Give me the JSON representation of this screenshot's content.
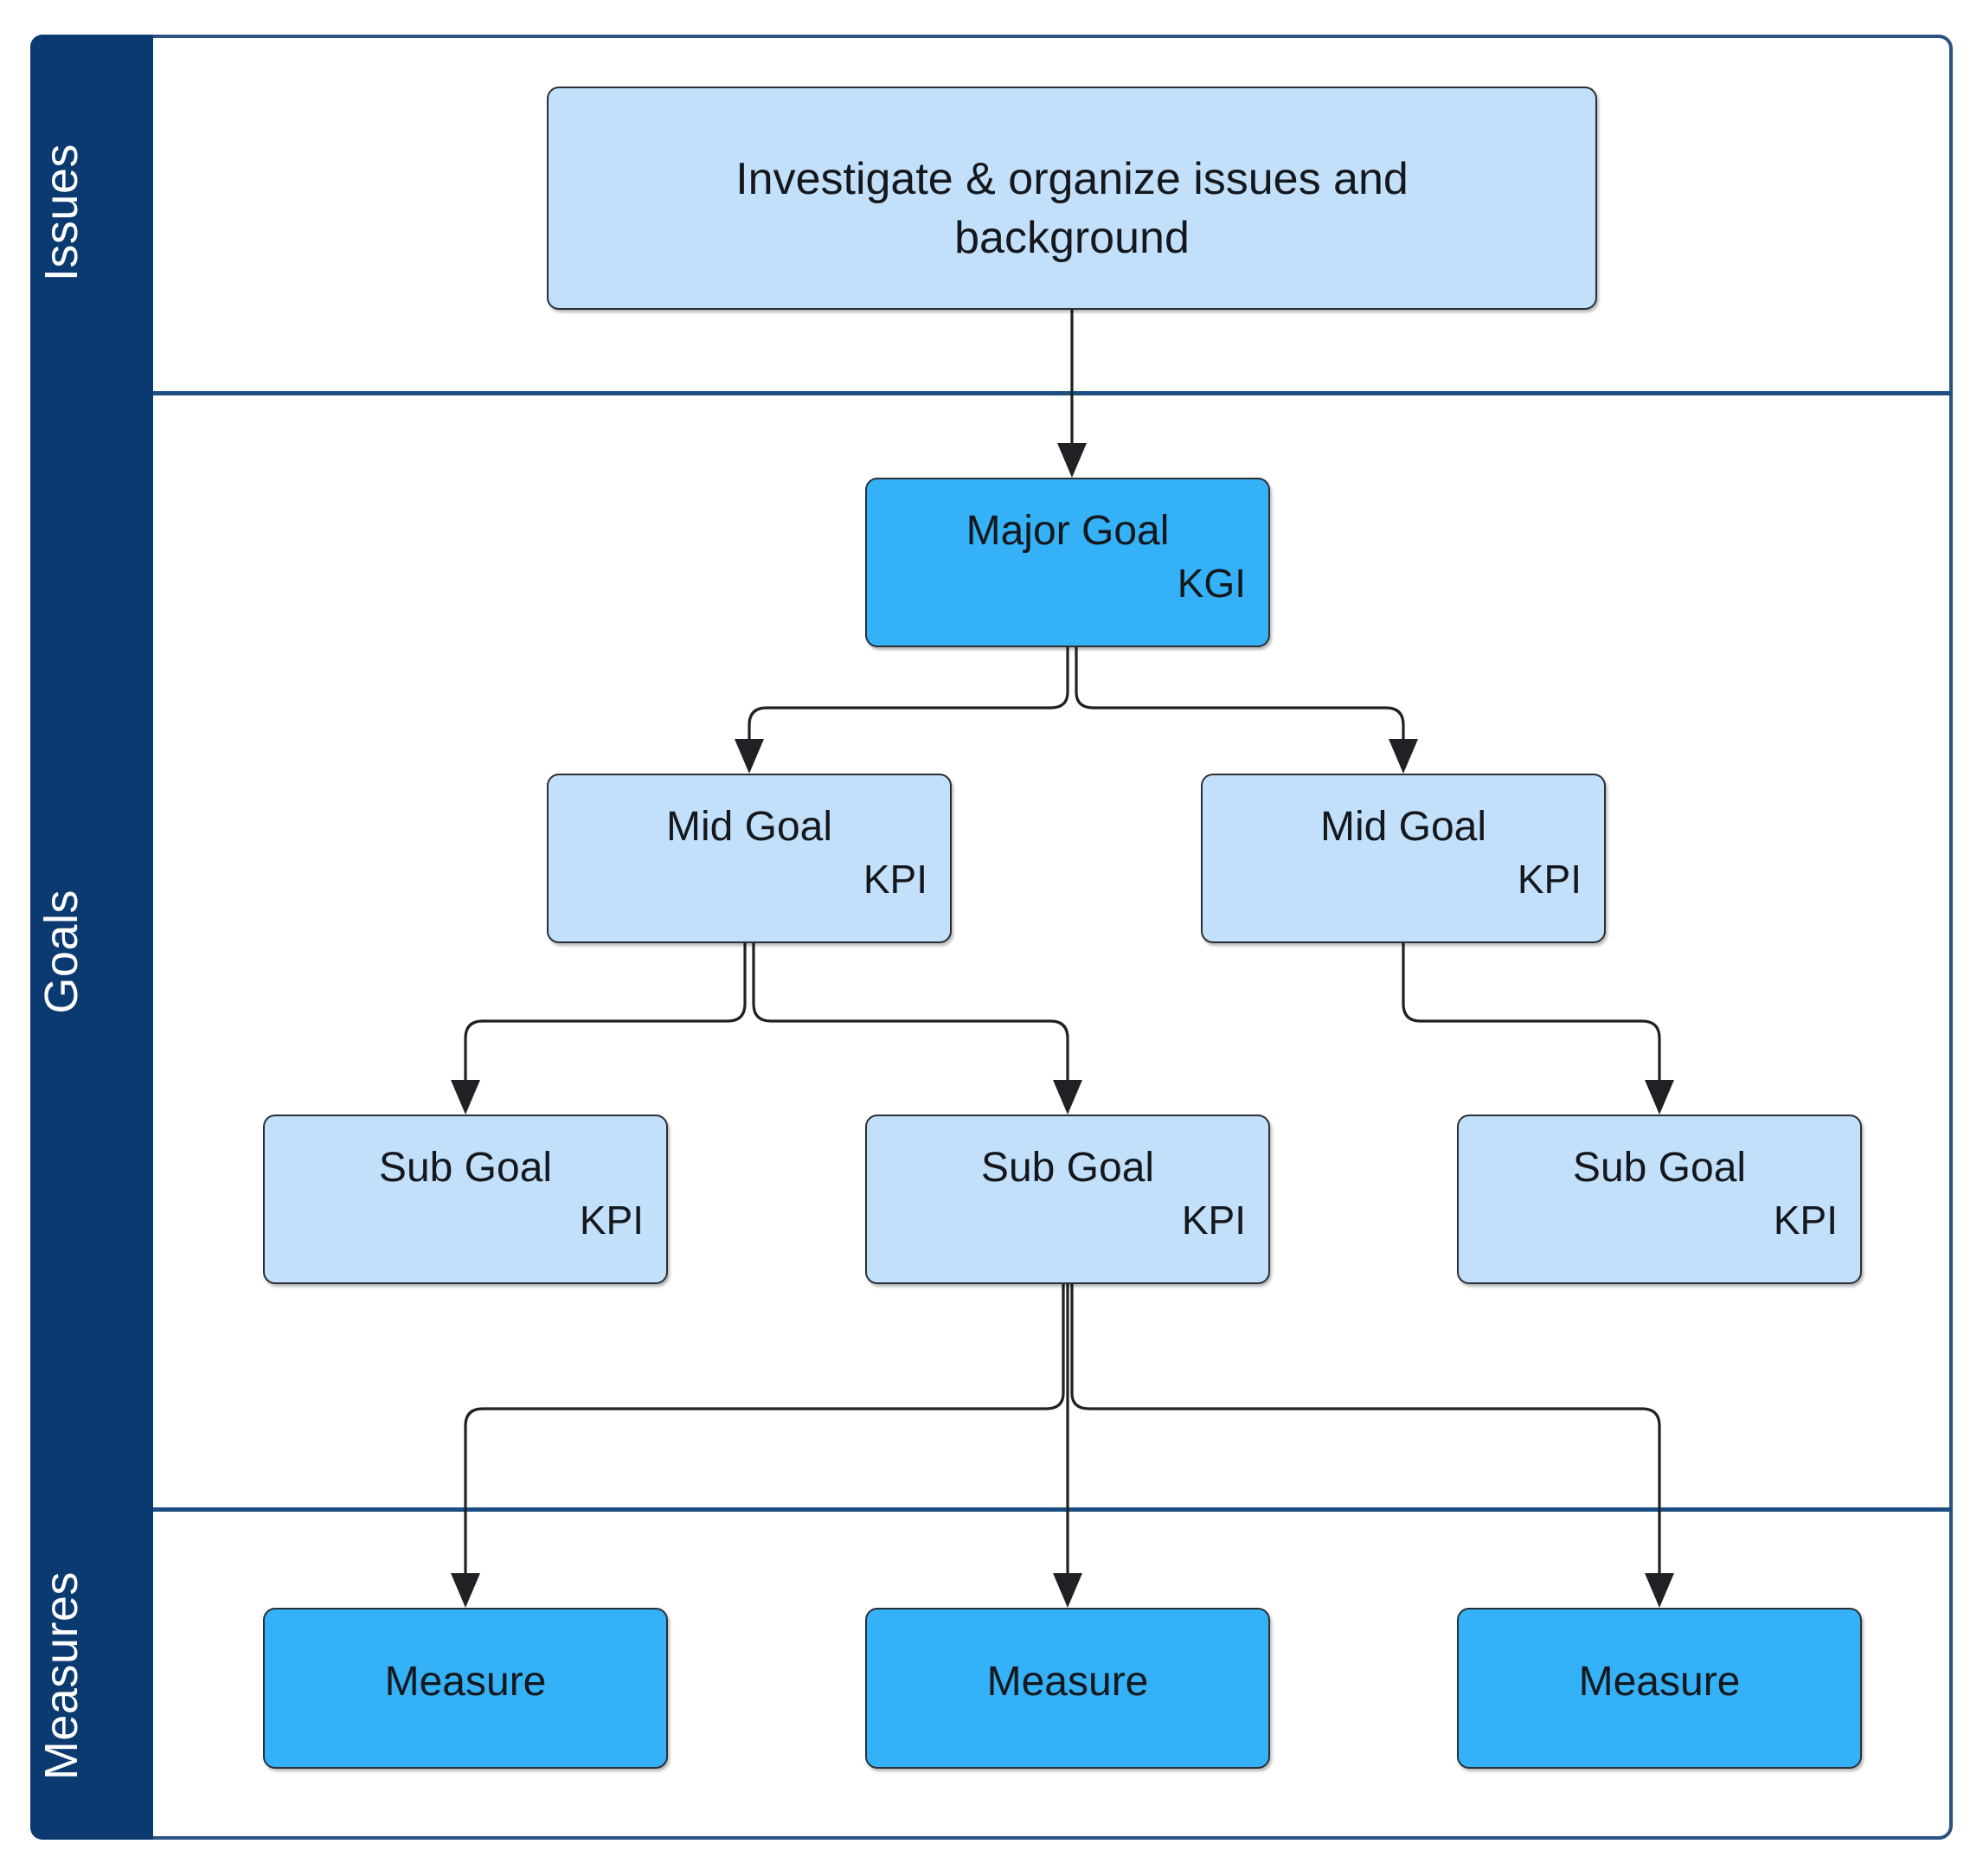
{
  "diagram": {
    "type": "goal-breakdown-tree",
    "frame": {
      "accent_border": "#2b5283"
    },
    "bands": [
      {
        "id": "issues",
        "label": "Issues"
      },
      {
        "id": "goals",
        "label": "Goals"
      },
      {
        "id": "measures",
        "label": "Measures"
      }
    ],
    "band_rail_color": "#0a3a70",
    "band_label_color": "#ffffff",
    "node_colors": {
      "light_blue": "#c3e0fb",
      "bright_blue": "#34b1f7",
      "node_border": "#2b2f36",
      "connector": "#202124"
    },
    "nodes": [
      {
        "id": "issue",
        "band": "issues",
        "title": "Investigate & organize issues and\nbackground",
        "metric": "",
        "fill": "light_blue"
      },
      {
        "id": "major",
        "band": "goals",
        "title": "Major Goal",
        "metric": "KGI",
        "fill": "bright_blue"
      },
      {
        "id": "mid-l",
        "band": "goals",
        "title": "Mid Goal",
        "metric": "KPI",
        "fill": "light_blue"
      },
      {
        "id": "mid-r",
        "band": "goals",
        "title": "Mid Goal",
        "metric": "KPI",
        "fill": "light_blue"
      },
      {
        "id": "sub-1",
        "band": "goals",
        "title": "Sub Goal",
        "metric": "KPI",
        "fill": "light_blue"
      },
      {
        "id": "sub-2",
        "band": "goals",
        "title": "Sub Goal",
        "metric": "KPI",
        "fill": "light_blue"
      },
      {
        "id": "sub-3",
        "band": "goals",
        "title": "Sub Goal",
        "metric": "KPI",
        "fill": "light_blue"
      },
      {
        "id": "mea-1",
        "band": "measures",
        "title": "Measure",
        "metric": "",
        "fill": "bright_blue"
      },
      {
        "id": "mea-2",
        "band": "measures",
        "title": "Measure",
        "metric": "",
        "fill": "bright_blue"
      },
      {
        "id": "mea-3",
        "band": "measures",
        "title": "Measure",
        "metric": "",
        "fill": "bright_blue"
      }
    ],
    "edges": [
      {
        "from": "issue",
        "to": "major"
      },
      {
        "from": "major",
        "to": "mid-l"
      },
      {
        "from": "major",
        "to": "mid-r"
      },
      {
        "from": "mid-l",
        "to": "sub-1"
      },
      {
        "from": "mid-l",
        "to": "sub-2"
      },
      {
        "from": "mid-r",
        "to": "sub-3"
      },
      {
        "from": "sub-2",
        "to": "mea-1"
      },
      {
        "from": "sub-2",
        "to": "mea-2"
      },
      {
        "from": "sub-2",
        "to": "mea-3"
      }
    ]
  }
}
